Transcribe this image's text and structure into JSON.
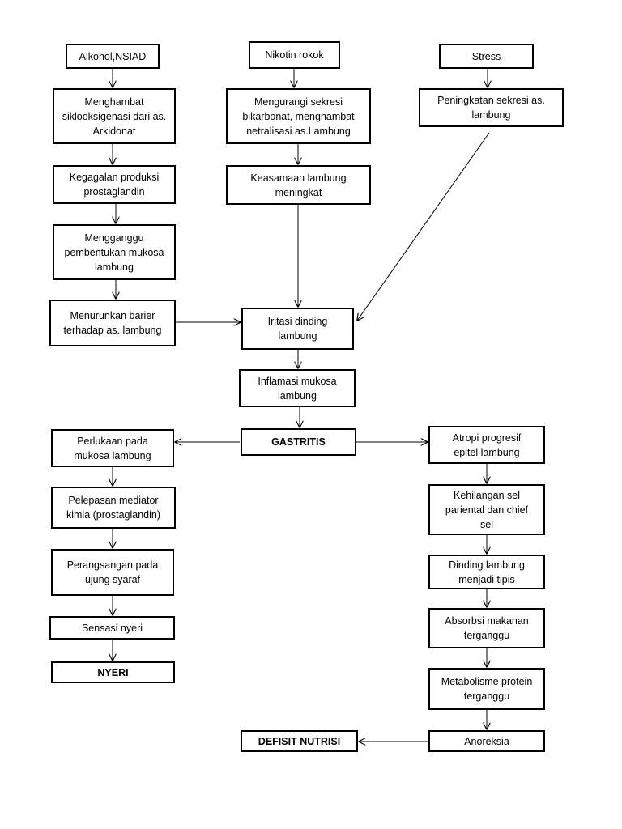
{
  "nodes": {
    "alcohol": "Alkohol,NSIAD",
    "nicotine": "Nikotin rokok",
    "stress": "Stress",
    "inhibit": "Menghambat\nsiklooksigenasi dari as.\nArkidonat",
    "reduce_bicarb": "Mengurangi sekresi\nbikarbonat, menghambat\nnetralisasi as.Lambung",
    "acid_increase": "Peningkatan sekresi as.\nlambung",
    "prostaglandin_fail": "Kegagalan produksi\nprostaglandin",
    "acidity": "Keasamaan lambung\nmeningkat",
    "disrupt_mucosa": "Mengganggu\npembentukan mukosa\nlambung",
    "lower_barrier": "Menurunkan barier\nterhadap as. lambung",
    "irritation": "Iritasi dinding\nlambung",
    "inflammation": "Inflamasi mukosa\nlambung",
    "gastritis": "GASTRITIS",
    "wound": "Perlukaan pada\nmukosa lambung",
    "mediator": "Pelepasan  mediator\nkimia (prostaglandin)",
    "stimulation": "Perangsangan pada\nujung syaraf",
    "pain_sensation": "Sensasi nyeri",
    "pain": "NYERI",
    "atrophy": "Atropi progresif\nepitel lambung",
    "cell_loss": "Kehilangan sel\npariental dan chief\nsel",
    "thin_wall": "Dinding lambung\nmenjadi tipis",
    "absorption": "Absorbsi makanan\nterganggu",
    "protein": "Metabolisme protein\nterganggu",
    "anorexia": "Anoreksia",
    "deficit": "DEFISIT NUTRISI"
  },
  "edges": [
    [
      "alcohol",
      "inhibit"
    ],
    [
      "inhibit",
      "prostaglandin_fail"
    ],
    [
      "prostaglandin_fail",
      "disrupt_mucosa"
    ],
    [
      "disrupt_mucosa",
      "lower_barrier"
    ],
    [
      "lower_barrier",
      "irritation"
    ],
    [
      "nicotine",
      "reduce_bicarb"
    ],
    [
      "reduce_bicarb",
      "acidity"
    ],
    [
      "acidity",
      "irritation"
    ],
    [
      "stress",
      "acid_increase"
    ],
    [
      "acid_increase",
      "irritation"
    ],
    [
      "irritation",
      "inflammation"
    ],
    [
      "inflammation",
      "gastritis"
    ],
    [
      "gastritis",
      "wound"
    ],
    [
      "gastritis",
      "atrophy"
    ],
    [
      "wound",
      "mediator"
    ],
    [
      "mediator",
      "stimulation"
    ],
    [
      "stimulation",
      "pain_sensation"
    ],
    [
      "pain_sensation",
      "pain"
    ],
    [
      "atrophy",
      "cell_loss"
    ],
    [
      "cell_loss",
      "thin_wall"
    ],
    [
      "thin_wall",
      "absorption"
    ],
    [
      "absorption",
      "protein"
    ],
    [
      "protein",
      "anorexia"
    ],
    [
      "anorexia",
      "deficit"
    ]
  ]
}
